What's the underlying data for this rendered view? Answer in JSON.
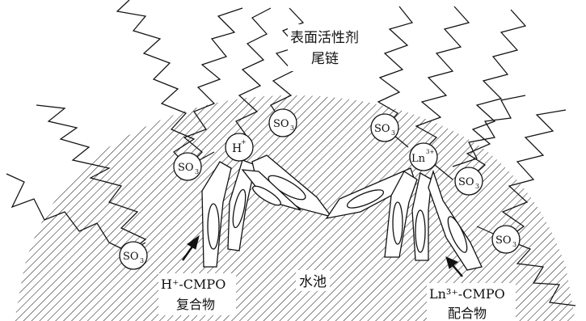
{
  "labels": {
    "surfactant_tail_line1": "表面活性剂",
    "surfactant_tail_line2": "尾链",
    "water_pool": "水池",
    "h_cmpo_line1": "H⁺-CMPO",
    "h_cmpo_line2": "复合物",
    "ln_cmpo_line1": "Ln³⁺-CMPO",
    "ln_cmpo_line2": "配合物"
  },
  "groups": {
    "so3": "SO",
    "so3_sub": "3",
    "hplus": "H",
    "hplus_sup": "+",
    "ln": "Ln",
    "ln_sup": "3+"
  },
  "colors": {
    "ink": "#111111",
    "background": "#ffffff",
    "hatch": "#222222"
  }
}
